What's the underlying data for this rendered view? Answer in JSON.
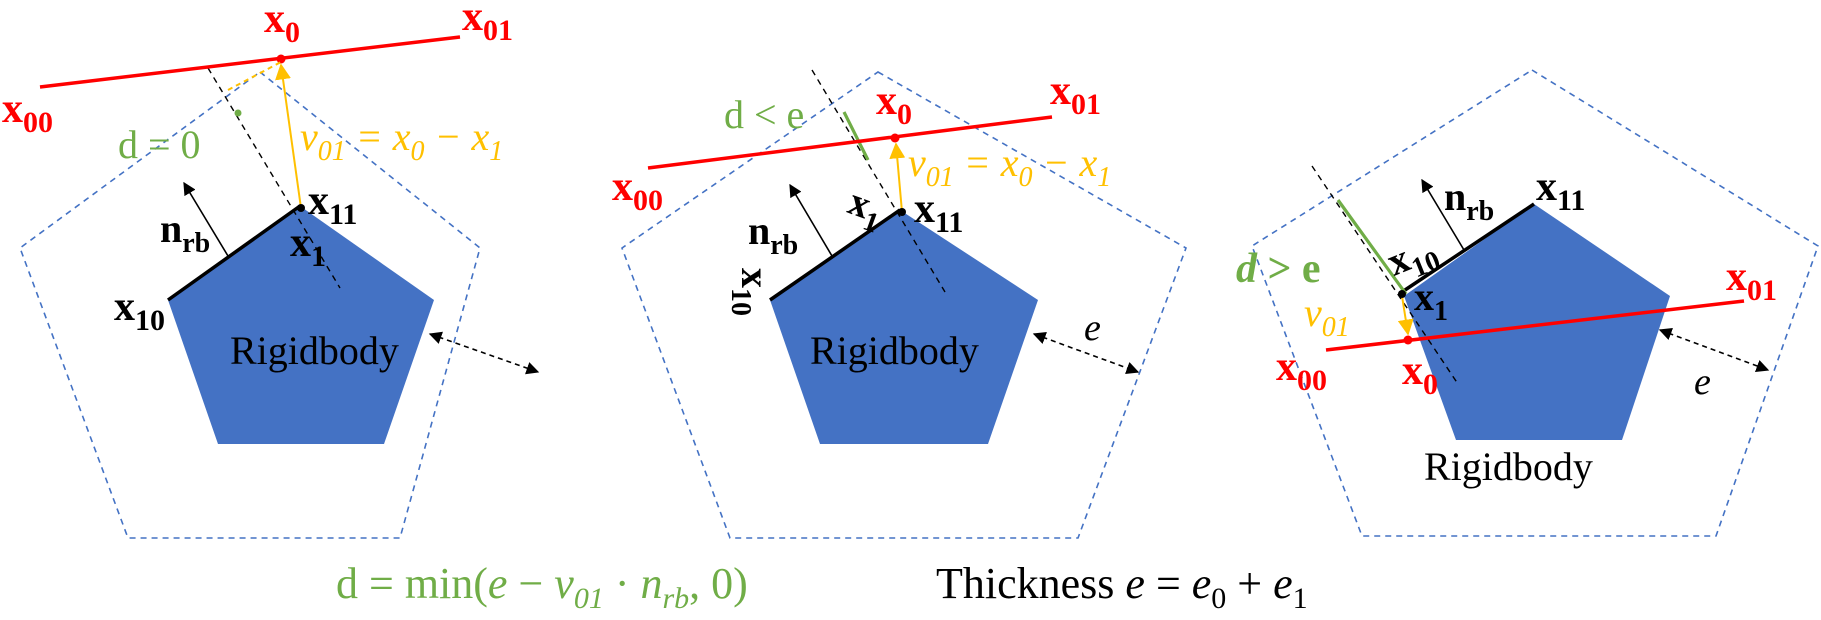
{
  "colors": {
    "rigidbody": "#4472C4",
    "offset_boundary": "#4472C4",
    "red": "#FF0000",
    "green": "#70AD47",
    "yellow": "#FFC000",
    "black": "#000000"
  },
  "panels": [
    {
      "body_label": "Rigidbody",
      "edge_start_label": "x",
      "edge_start_sub": "10",
      "edge_end_label": "x",
      "edge_end_sub": "11",
      "proj_label": "x",
      "proj_sub": "1",
      "normal_label": "n",
      "normal_sub": "rb",
      "seg_start_label": "x",
      "seg_start_sub": "00",
      "seg_end_label": "x",
      "seg_end_sub": "01",
      "seg_point_label": "x",
      "seg_point_sub": "0",
      "dist_label": "d = 0",
      "vec_v": "v",
      "vec_sub": "01",
      "vec_eq": " = x",
      "vec_x0_sub": "0",
      "vec_minus": " − x",
      "vec_x1_sub": "1"
    },
    {
      "body_label": "Rigidbody",
      "edge_start_label": "x",
      "edge_start_sub": "10",
      "edge_end_label": "x",
      "edge_end_sub": "11",
      "proj_label": "x",
      "proj_sub": "1",
      "normal_label": "n",
      "normal_sub": "rb",
      "seg_start_label": "x",
      "seg_start_sub": "00",
      "seg_end_label": "x",
      "seg_end_sub": "01",
      "seg_point_label": "x",
      "seg_point_sub": "0",
      "dist_label": "d < e",
      "thickness_label": "e",
      "vec_v": "v",
      "vec_sub": "01",
      "vec_eq": " = x",
      "vec_x0_sub": "0",
      "vec_minus": " − x",
      "vec_x1_sub": "1"
    },
    {
      "body_label": "Rigidbody",
      "edge_start_label": "x",
      "edge_start_sub": "10",
      "edge_end_label": "x",
      "edge_end_sub": "11",
      "proj_label": "x",
      "proj_sub": "1",
      "normal_label": "n",
      "normal_sub": "rb",
      "seg_start_label": "x",
      "seg_start_sub": "00",
      "seg_end_label": "x",
      "seg_end_sub": "01",
      "seg_point_label": "x",
      "seg_point_sub": "0",
      "dist_d": "d",
      "dist_rest": " > e",
      "thickness_label": "e",
      "vec_v": "v",
      "vec_sub": "01"
    }
  ],
  "formula_distance": {
    "prefix": "d = min(",
    "e": "e",
    "minus": " − ",
    "v": "v",
    "v_sub": "01",
    "dot": " · ",
    "n": "n",
    "n_sub": "rb",
    "suffix": ", 0)"
  },
  "formula_thickness": {
    "word": "Thickness ",
    "e": "e",
    "eq": " = ",
    "e0": "e",
    "e0_sub": "0",
    "plus": " + ",
    "e1": "e",
    "e1_sub": "1"
  }
}
